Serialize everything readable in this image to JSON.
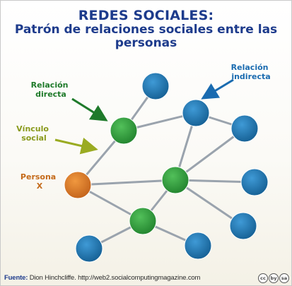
{
  "title": {
    "line1": "REDES SOCIALES:",
    "line2": "Patrón de relaciones sociales entre las",
    "line3": "personas"
  },
  "labels": {
    "direct": [
      "Relación",
      "directa"
    ],
    "indirect": [
      "Relación",
      "indirecta"
    ],
    "bond": [
      "Vínculo",
      "social"
    ],
    "person": [
      "Persona",
      "X"
    ]
  },
  "footer": {
    "source_label": "Fuente:",
    "source_text": " Dion Hinchcliffe. http://web2.socialcomputingmagazine.com"
  },
  "license_icons": [
    "cc",
    "by",
    "sa"
  ],
  "colors": {
    "title": "#1d3b8c",
    "label_green": "#1e7a2a",
    "label_blue": "#1a6bb0",
    "label_olive": "#8a9a1c",
    "label_orange": "#c46a1a",
    "node_blue": "#1a6fa8",
    "node_green": "#2f9a3a",
    "node_orange": "#d8782a",
    "edge": "#9aa3ad"
  }
}
